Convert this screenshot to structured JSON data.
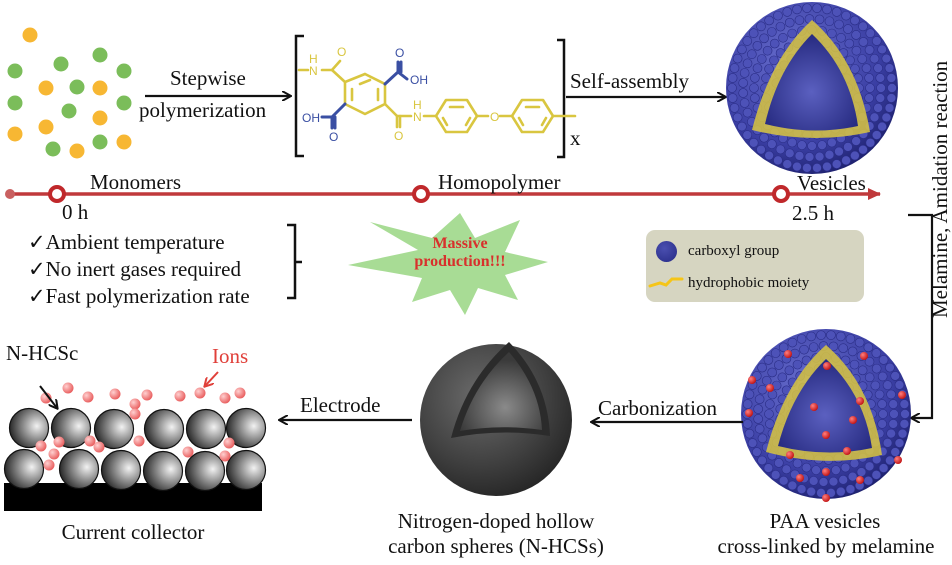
{
  "colors": {
    "monomer_green": "#7bbd5a",
    "monomer_orange": "#f7b733",
    "polymer_yellow": "#d9c640",
    "polymer_blue": "#3a4fa3",
    "timeline_red": "#c0393b",
    "vesicle_blue": "#3f43a6",
    "crosslink_red": "#e02a2a",
    "ion_pink": "#f07a7a",
    "legend_bg": "#d6d5c1",
    "massive_text": "#d8302c",
    "starburst_green": "#9fd88a",
    "ions_label": "#e0403a"
  },
  "top_row": {
    "step1_label_line1": "Stepwise",
    "step1_label_line2": "polymerization",
    "step2_label": "Self-assembly",
    "repeat_unit_subscript": "x",
    "chem_labels": {
      "nh_left_h": "H",
      "nh_left_n": "N",
      "o_top_left": "O",
      "o_top_right": "O",
      "oh_right": "OH",
      "oh_left": "OH",
      "o_bottom_left": "O",
      "o_bottom_right": "O",
      "nh_right_h": "H",
      "nh_right_n": "N",
      "ether_o": "O"
    }
  },
  "timeline": {
    "stages": [
      {
        "label": "Monomers",
        "time": "0 h"
      },
      {
        "label": "Homopolymer",
        "time": ""
      },
      {
        "label": "Vesicles",
        "time": "2.5 h"
      }
    ]
  },
  "advantages": {
    "check_glyph": "✓",
    "items": [
      "Ambient temperature",
      "No inert gases required",
      "Fast polymerization rate"
    ]
  },
  "starburst": {
    "line1": "Massive",
    "line2": "production!!!"
  },
  "legend": {
    "items": [
      {
        "icon": "blue-sphere-icon",
        "label": "carboxyl group"
      },
      {
        "icon": "yellow-wavy-line-icon",
        "label": "hydrophobic moiety"
      }
    ]
  },
  "right_column": {
    "vertical_label": "Melamine, Amidation reaction"
  },
  "bottom_row": {
    "carbonization_label": "Carbonization",
    "electrode_label": "Electrode",
    "nhcs_caption_line1": "Nitrogen-doped hollow",
    "nhcs_caption_line2": "carbon spheres (N-HCSs)",
    "paa_caption_line1": "PAA vesicles",
    "paa_caption_line2": "cross-linked by melamine",
    "electrode_nhcs_label": "N-HCSc",
    "ions_label": "Ions",
    "collector_label": "Current collector"
  }
}
